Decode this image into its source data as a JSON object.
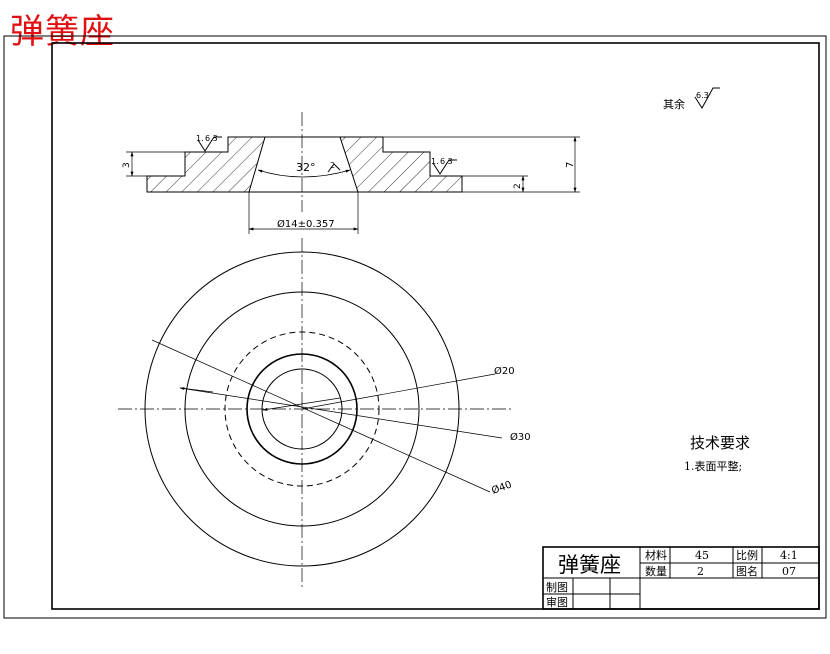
{
  "title_banner": "弹簧座",
  "surface": {
    "other_label": "其余",
    "symbol_value": "6.3"
  },
  "section_view": {
    "roughness_value": "6.3",
    "roughness_prefix": "1.",
    "angle": "32°",
    "chamfer_label": "2",
    "dim_bore": "Ø14±0.357",
    "dim_height_left": "3",
    "dim_height_total": "7",
    "dim_flange": "2"
  },
  "plan_view": {
    "dim_d20": "Ø20",
    "dim_d30": "Ø30",
    "dim_d40": "Ø40"
  },
  "tech_requirements": {
    "heading": "技术要求",
    "item1": "1.表面平整;"
  },
  "title_block": {
    "part_name": "弹簧座",
    "material_label": "材料",
    "material_value": "45",
    "scale_label": "比例",
    "scale_value": "4:1",
    "quantity_label": "数量",
    "quantity_value": "2",
    "drawing_no_label": "图名",
    "drawing_no_value": "07",
    "drawn_label": "制图",
    "checked_label": "审图"
  }
}
